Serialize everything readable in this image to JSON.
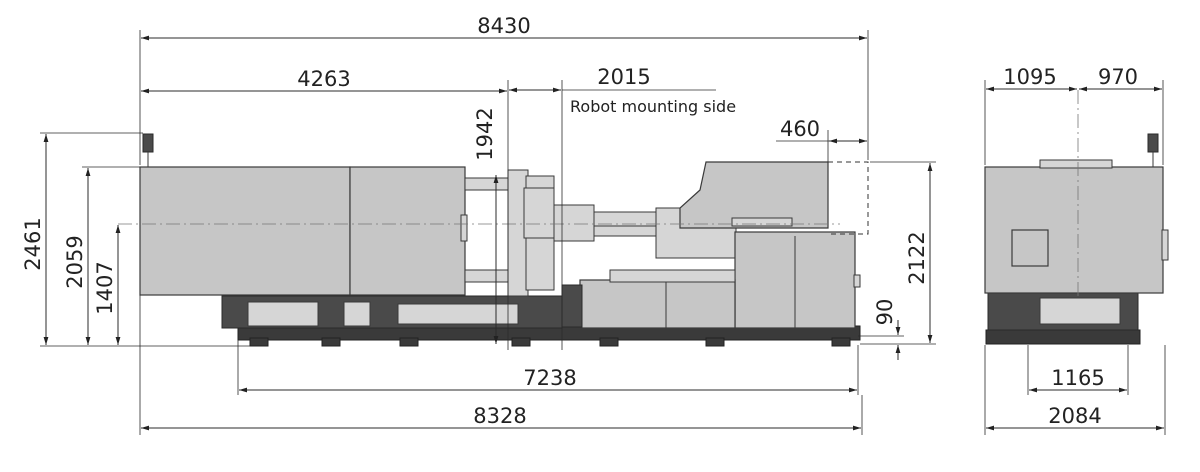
{
  "dimensions": {
    "overall_length_top": "8430",
    "clamp_length": "4263",
    "robot_offset": "2015",
    "robot_note": "Robot mounting side",
    "hopper_offset": "460",
    "center_height_top": "1942",
    "total_height": "2461",
    "body_height": "2059",
    "center_height": "1407",
    "right_height": "2122",
    "foot_height": "90",
    "base_length": "7238",
    "overall_length_bottom": "8328",
    "side_width_left": "1095",
    "side_width_right": "970",
    "side_foot_width": "1165",
    "side_total_width": "2084"
  }
}
